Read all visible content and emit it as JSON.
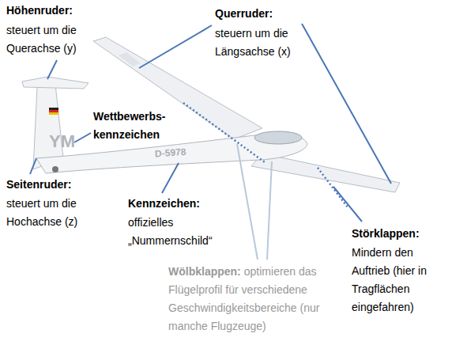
{
  "diagram": {
    "labels": [
      "Höhenruder:",
      "steuert um die Querachse (y)",
      "Querruder:",
      "steuern um die Längsachse (x)",
      "Wettbewerbs- kennzeichen",
      "Seitenruder:",
      "steuert um die Hochachse (z)",
      "Kennzeichen:",
      "offizielles „Nummernschild“",
      "Wölbklappen:",
      "optimieren das Flügelprofil für verschiedene Geschwindigkeitsbereiche (nur manche Flugzeuge)",
      "Störklappen:",
      "Mindern den Auftrieb (hier in Tragflächen eingefahren)",
      "YM",
      "D-5978"
    ]
  }
}
